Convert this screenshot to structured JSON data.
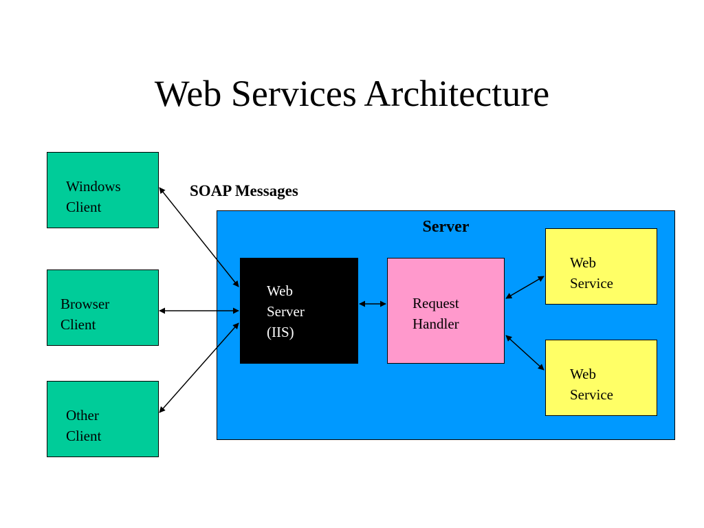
{
  "title": "Web Services Architecture",
  "soap_label": "SOAP Messages",
  "server": {
    "label": "Server",
    "web_server": [
      "Web",
      "Server",
      "(IIS)"
    ],
    "request_handler": [
      "Request",
      "Handler"
    ],
    "web_services": [
      [
        "Web",
        "Service"
      ],
      [
        "Web",
        "Service"
      ]
    ]
  },
  "clients": [
    [
      "Windows",
      "Client"
    ],
    [
      "Browser",
      "Client"
    ],
    [
      "Other",
      "Client"
    ]
  ],
  "colors": {
    "client": "#00cc99",
    "server": "#0099ff",
    "web_server": "#000000",
    "request_handler": "#ff99cc",
    "web_service": "#ffff66"
  }
}
